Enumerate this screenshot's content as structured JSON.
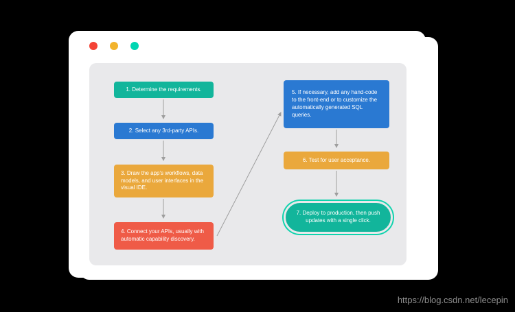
{
  "window": {
    "dots": [
      {
        "name": "close-dot",
        "color": "#f44336"
      },
      {
        "name": "minimize-dot",
        "color": "#f2b32c"
      },
      {
        "name": "expand-dot",
        "color": "#00d6b2"
      }
    ]
  },
  "flowchart": {
    "steps": [
      {
        "label": "1. Determine the requirements.",
        "color": "#12b59b"
      },
      {
        "label": "2. Select any 3rd-party APIs.",
        "color": "#2a79d2"
      },
      {
        "label": "3. Draw the app's workflows, data models, and user interfaces in the visual IDE.",
        "color": "#eaa83c"
      },
      {
        "label": "4. Connect your APIs, usually with automatic capability discovery.",
        "color": "#ef5b47"
      },
      {
        "label": "5. If necessary, add any hand-code to the front-end or to customize the automatically generated SQL queries.",
        "color": "#2a79d2"
      },
      {
        "label": "6. Test for user acceptance.",
        "color": "#eaa83c"
      },
      {
        "label": "7. Deploy to production, then push updates with a single click.",
        "color": "#12b59b",
        "outline_color": "#0fd3ad"
      }
    ],
    "arrow_color": "#9e9e9e",
    "panel_background": "#e9e9eb"
  },
  "watermark": {
    "text": "https://blog.csdn.net/lecepin"
  }
}
